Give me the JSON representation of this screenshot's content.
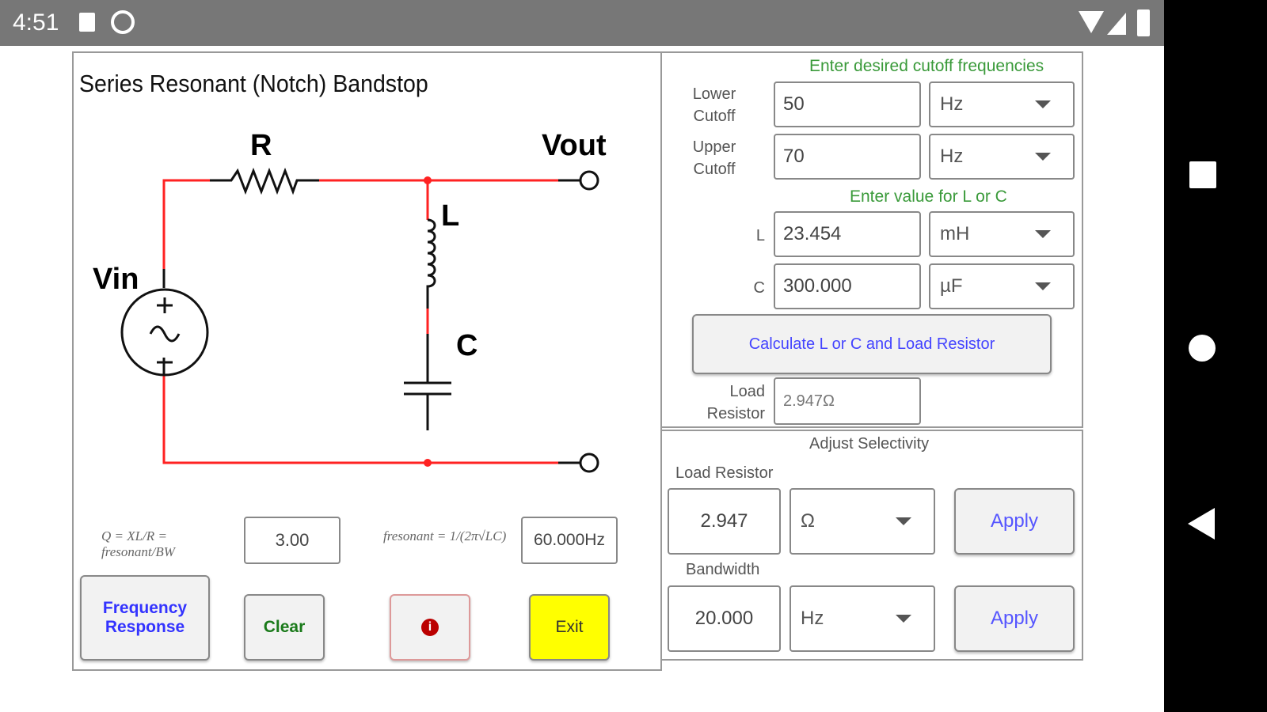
{
  "status_bar": {
    "time": "4:51"
  },
  "title": "Series Resonant (Notch) Bandstop",
  "circuit": {
    "r_label": "R",
    "l_label": "L",
    "c_label": "C",
    "vin_label": "Vin",
    "vout_label": "Vout"
  },
  "formulas": {
    "q": "Q = XL/R = fresonant/BW",
    "f": "fresonant = 1/(2π√LC)"
  },
  "q_value": "3.00",
  "f_value": "60.000Hz",
  "buttons": {
    "freq_response": "Frequency Response",
    "clear": "Clear",
    "info": "i",
    "exit": "Exit"
  },
  "cutoff": {
    "heading": "Enter desired cutoff frequencies",
    "lower_label": "Lower Cutoff",
    "lower_value": "50",
    "lower_unit": "Hz",
    "upper_label": "Upper Cutoff",
    "upper_value": "70",
    "upper_unit": "Hz"
  },
  "lc": {
    "heading": "Enter value for L or C",
    "l_label": "L",
    "l_value": "23.454",
    "l_unit": "mH",
    "c_label": "C",
    "c_value": "300.000",
    "c_unit": "µF"
  },
  "calculate_button": "Calculate L or C and Load Resistor",
  "load_resistor": {
    "label": "Load Resistor",
    "value": "2.947Ω"
  },
  "selectivity": {
    "heading": "Adjust Selectivity",
    "load_label": "Load Resistor",
    "load_value": "2.947",
    "load_unit": "Ω",
    "apply": "Apply",
    "bw_label": "Bandwidth",
    "bw_value": "20.000",
    "bw_unit": "Hz"
  },
  "colors": {
    "wire": "#ff2020",
    "accent_blue": "#3333ff",
    "green": "#1a7a1a",
    "exit_bg": "#ffff00"
  }
}
